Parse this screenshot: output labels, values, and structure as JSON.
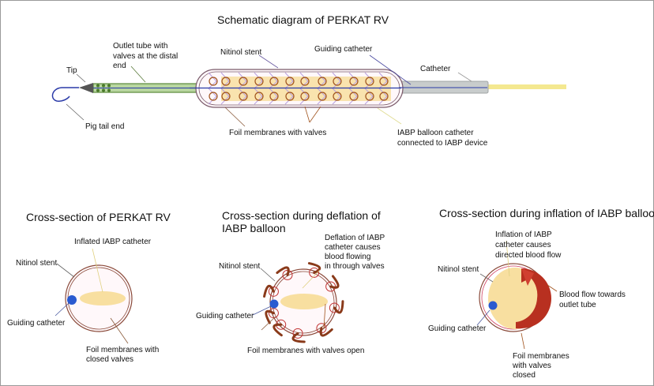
{
  "diagram": {
    "title": "Schematic diagram of PERKAT RV",
    "colors": {
      "outlet_tube": "#b8d6a0",
      "outlet_tube_stroke": "#5a8a3a",
      "outlet_dots": "#4a7a2a",
      "guide_wire": "#2a3aa8",
      "capsule_outline": "#7a5a6a",
      "balloon": "#f8dfa0",
      "valve": "#a0521c",
      "stent_chevron": "#b8a0e0",
      "catheter_gray": "#c0c4c4",
      "iabp_line": "#f4e890",
      "blood_flow": "#b03020",
      "guiding_catheter": "#2a5ad0"
    },
    "main_labels": {
      "tip": "Tip",
      "outlet_tube": [
        "Outlet tube with",
        "valves at the distal",
        "end"
      ],
      "pig_tail": "Pig tail end",
      "nitinol_stent": "Nitinol stent",
      "guiding_catheter": "Guiding catheter",
      "catheter": "Catheter",
      "foil_membranes": "Foil membranes with valves",
      "iabp_catheter": [
        "IABP balloon catheter",
        "connected to IABP device"
      ]
    },
    "panels": [
      {
        "title": [
          "Cross-section of PERKAT RV"
        ],
        "labels": {
          "inflated": "Inflated IABP catheter",
          "stent": "Nitinol stent",
          "guiding": "Guiding catheter",
          "foil": [
            "Foil membranes with",
            "closed valves"
          ]
        }
      },
      {
        "title": [
          "Cross-section during deflation of",
          "IABP balloon"
        ],
        "labels": {
          "deflation": [
            "Deflation of IABP",
            "catheter causes",
            "blood flowing",
            "in through valves"
          ],
          "stent": "Nitinol stent",
          "guiding": "Guiding catheter",
          "foil": "Foil membranes with valves open"
        }
      },
      {
        "title": [
          "Cross-section during inflation of IABP balloon"
        ],
        "labels": {
          "inflation": [
            "Inflation of IABP",
            "catheter causes",
            "directed blood flow"
          ],
          "stent": "Nitinol stent",
          "blood_flow": [
            "Blood flow towards",
            "outlet tube"
          ],
          "guiding": "Guiding catheter",
          "foil": [
            "Foil membranes",
            "with valves",
            "closed"
          ]
        }
      }
    ]
  }
}
